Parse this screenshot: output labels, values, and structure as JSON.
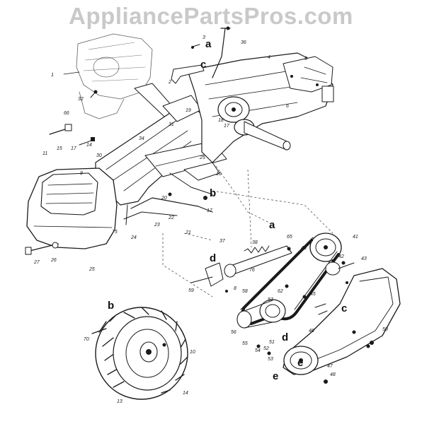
{
  "watermark": "AppliancePartsPros.com",
  "callout_letters": [
    "a",
    "c",
    "b",
    "a",
    "d",
    "c",
    "b",
    "d",
    "e",
    "e"
  ],
  "part_numbers": [
    "36",
    "3",
    "4",
    "5",
    "1",
    "2",
    "32",
    "66",
    "6",
    "19",
    "18",
    "17",
    "31",
    "15",
    "17",
    "11",
    "14",
    "30",
    "34",
    "9",
    "16",
    "25",
    "20",
    "22",
    "17",
    "21",
    "23",
    "24",
    "75",
    "25",
    "27",
    "26",
    "37",
    "38",
    "65",
    "40",
    "41",
    "42",
    "43",
    "76",
    "59",
    "8",
    "58",
    "62",
    "45",
    "57",
    "46",
    "56",
    "55",
    "54",
    "53",
    "52",
    "51",
    "50",
    "48",
    "47",
    "10",
    "13",
    "14",
    "70"
  ]
}
